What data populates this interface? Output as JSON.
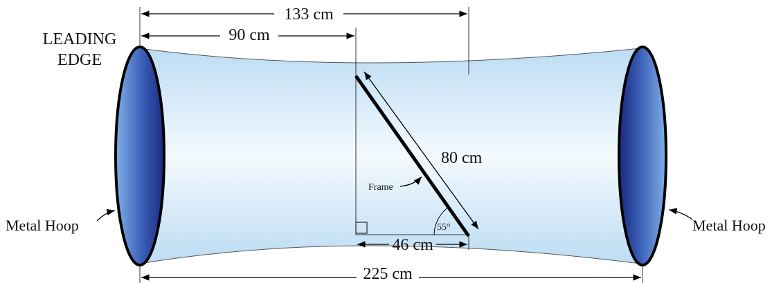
{
  "labels": {
    "leading_edge_line1": "LEADING",
    "leading_edge_line2": "EDGE",
    "dim_133": "133 cm",
    "dim_90": "90 cm",
    "dim_80": "80 cm",
    "dim_46": "46 cm",
    "dim_225": "225 cm",
    "angle": "55°",
    "frame": "Frame",
    "metal_hoop_left": "Metal Hoop",
    "metal_hoop_right": "Metal Hoop"
  },
  "colors": {
    "body_light": "#eaf5fd",
    "body_mid": "#c6e3f6",
    "hoop_dark": "#1f2f86",
    "hoop_light": "#7aa8e0"
  }
}
